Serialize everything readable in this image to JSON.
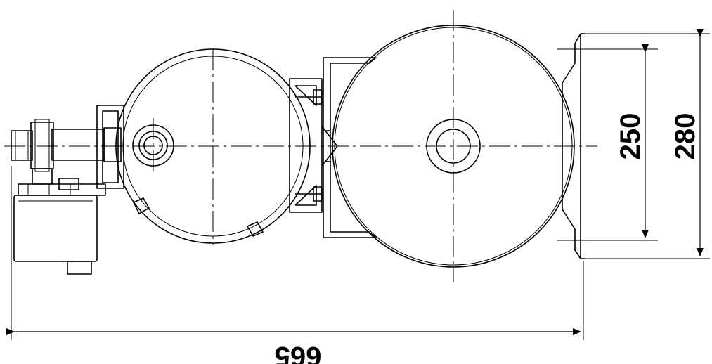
{
  "dimensions": {
    "overall_length": "665",
    "outer_height": "280",
    "inner_height": "250"
  },
  "colors": {
    "line": "#000000",
    "background": "#ffffff"
  }
}
